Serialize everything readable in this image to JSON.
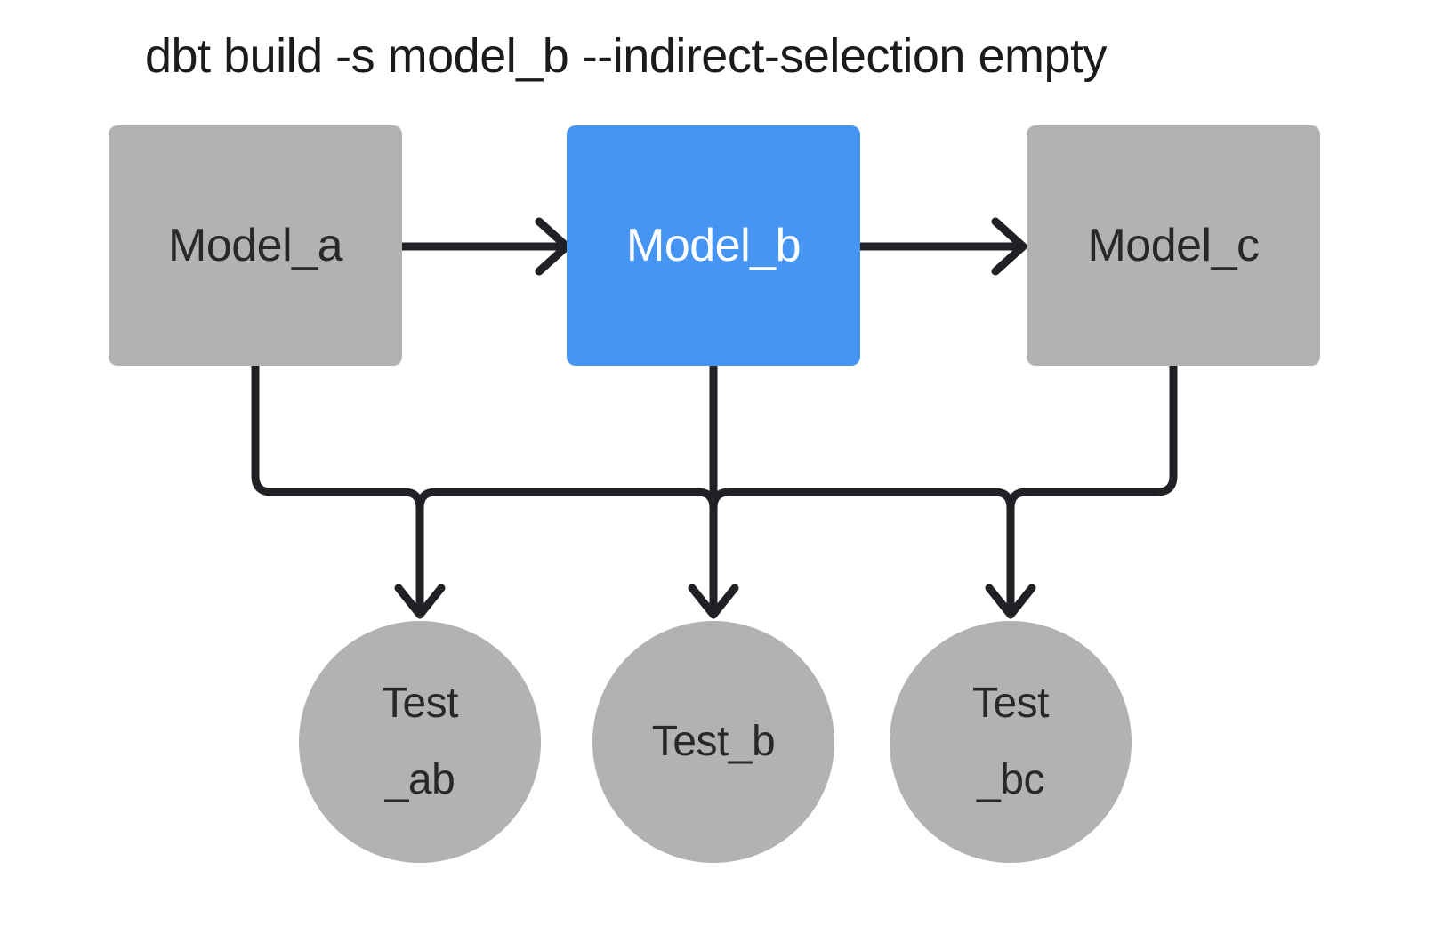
{
  "title": "dbt build -s model_b --indirect-selection empty",
  "colors": {
    "node_gray": "#b2b2b2",
    "node_selected_blue": "#4695f3",
    "edge_line": "#202124",
    "text_dark": "#28282a",
    "text_on_selected": "#ffffff",
    "background": "#ffffff"
  },
  "models": [
    {
      "id": "model_a",
      "label": "Model_a",
      "selected": false
    },
    {
      "id": "model_b",
      "label": "Model_b",
      "selected": true
    },
    {
      "id": "model_c",
      "label": "Model_c",
      "selected": false
    }
  ],
  "tests": [
    {
      "id": "test_ab",
      "lines": [
        "Test",
        "_ab"
      ]
    },
    {
      "id": "test_b",
      "lines": [
        "Test_b"
      ]
    },
    {
      "id": "test_bc",
      "lines": [
        "Test",
        "_bc"
      ]
    }
  ],
  "edges": [
    {
      "from": "model_a",
      "to": "model_b"
    },
    {
      "from": "model_b",
      "to": "model_c"
    },
    {
      "from": "model_a",
      "to": "test_ab"
    },
    {
      "from": "model_b",
      "to": "test_ab"
    },
    {
      "from": "model_b",
      "to": "test_b"
    },
    {
      "from": "model_b",
      "to": "test_bc"
    },
    {
      "from": "model_c",
      "to": "test_bc"
    }
  ]
}
